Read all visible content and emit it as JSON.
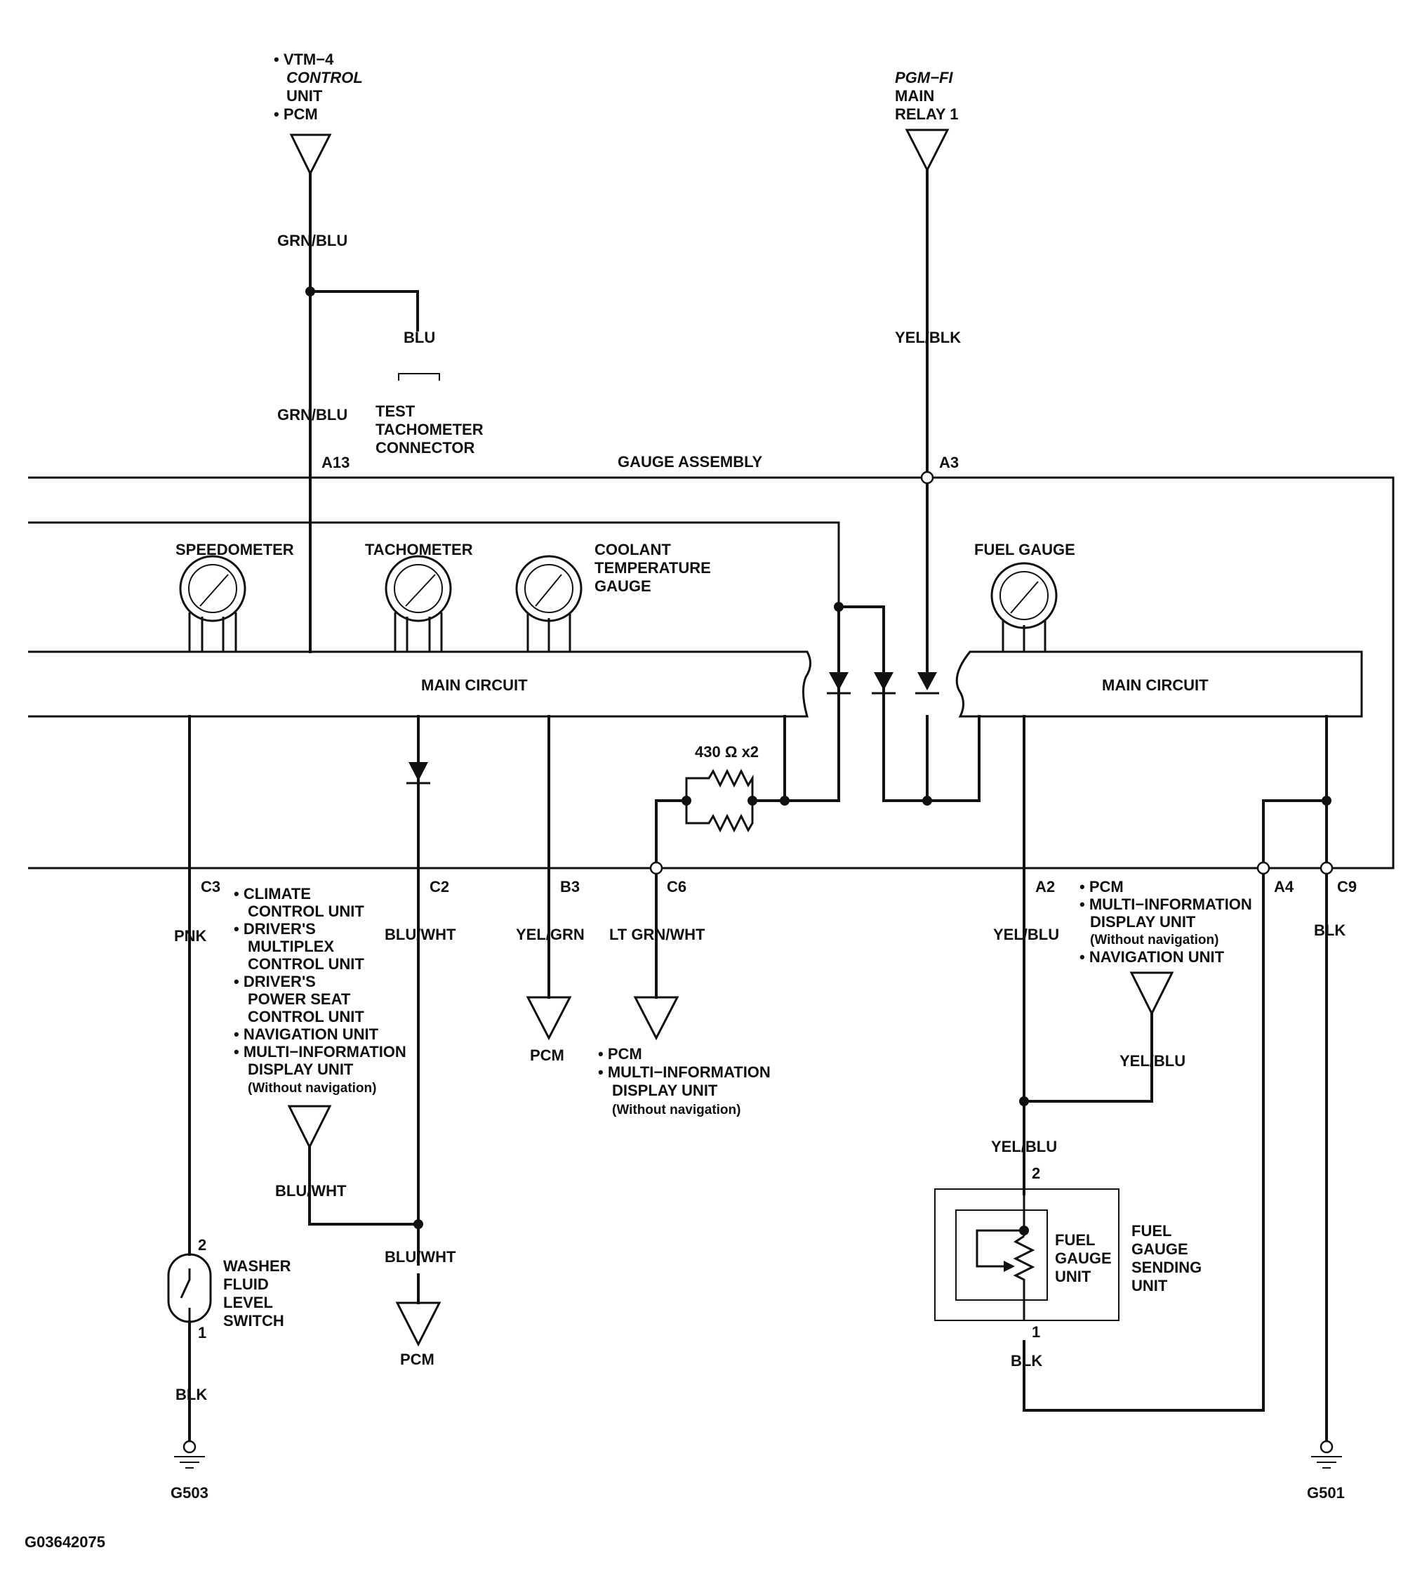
{
  "diagram_id": "G03642075",
  "labels": {
    "vtm4_a": "• VTM−4",
    "vtm4_b": "CONTROL",
    "vtm4_c": "UNIT",
    "vtm4_d": "• PCM",
    "pgm_a": "PGM−FI",
    "pgm_b": "MAIN",
    "pgm_c": "RELAY 1",
    "grn_blu_1": "GRN/BLU",
    "grn_blu_2": "GRN/BLU",
    "blu": "BLU",
    "test_a": "TEST",
    "test_b": "TACHOMETER",
    "test_c": "CONNECTOR",
    "yel_blk": "YEL/BLK",
    "a13": "A13",
    "gauge_assembly": "GAUGE ASSEMBLY",
    "a3": "A3",
    "speedometer": "SPEEDOMETER",
    "tachometer": "TACHOMETER",
    "coolant_a": "COOLANT",
    "coolant_b": "TEMPERATURE",
    "coolant_c": "GAUGE",
    "fuel_gauge": "FUEL GAUGE",
    "main_circuit_left": "MAIN CIRCUIT",
    "main_circuit_right": "MAIN CIRCUIT",
    "resistor": "430 Ω x2",
    "c3": "C3",
    "c2": "C2",
    "b3": "B3",
    "c6": "C6",
    "a2": "A2",
    "a4": "A4",
    "c9": "C9",
    "pnk": "PNK",
    "blu_wht_1": "BLU/WHT",
    "yel_grn": "YEL/GRN",
    "lt_grn_wht": "LT GRN/WHT",
    "yel_blu_1": "YEL/BLU",
    "blk_1": "BLK",
    "c3_list": [
      "• CLIMATE",
      "CONTROL UNIT",
      "• DRIVER'S",
      "MULTIPLEX",
      "CONTROL UNIT",
      "• DRIVER'S",
      "POWER SEAT",
      "CONTROL UNIT",
      "• NAVIGATION UNIT",
      "• MULTI−INFORMATION",
      "DISPLAY UNIT",
      "(Without navigation)"
    ],
    "pcm_b3": "PCM",
    "c6_list": [
      "• PCM",
      "• MULTI−INFORMATION",
      "DISPLAY UNIT",
      "(Without navigation)"
    ],
    "a2_list": [
      "• PCM",
      "• MULTI−INFORMATION",
      "DISPLAY UNIT",
      "(Without navigation)",
      "• NAVIGATION UNIT"
    ],
    "yel_blu_2": "YEL/BLU",
    "yel_blu_3": "YEL/BLU",
    "blu_wht_2": "BLU/WHT",
    "blu_wht_3": "BLU/WHT",
    "pcm_c2": "PCM",
    "pin2_washer": "2",
    "pin1_washer": "1",
    "washer_a": "WASHER",
    "washer_b": "FLUID",
    "washer_c": "LEVEL",
    "washer_d": "SWITCH",
    "blk_2": "BLK",
    "g503": "G503",
    "pin2_fuel": "2",
    "pin1_fuel": "1",
    "fgu_a": "FUEL",
    "fgu_b": "GAUGE",
    "fgu_c": "UNIT",
    "fgsu_a": "FUEL",
    "fgsu_b": "GAUGE",
    "fgsu_c": "SENDING",
    "fgsu_d": "UNIT",
    "blk_3": "BLK",
    "g501": "G501"
  }
}
